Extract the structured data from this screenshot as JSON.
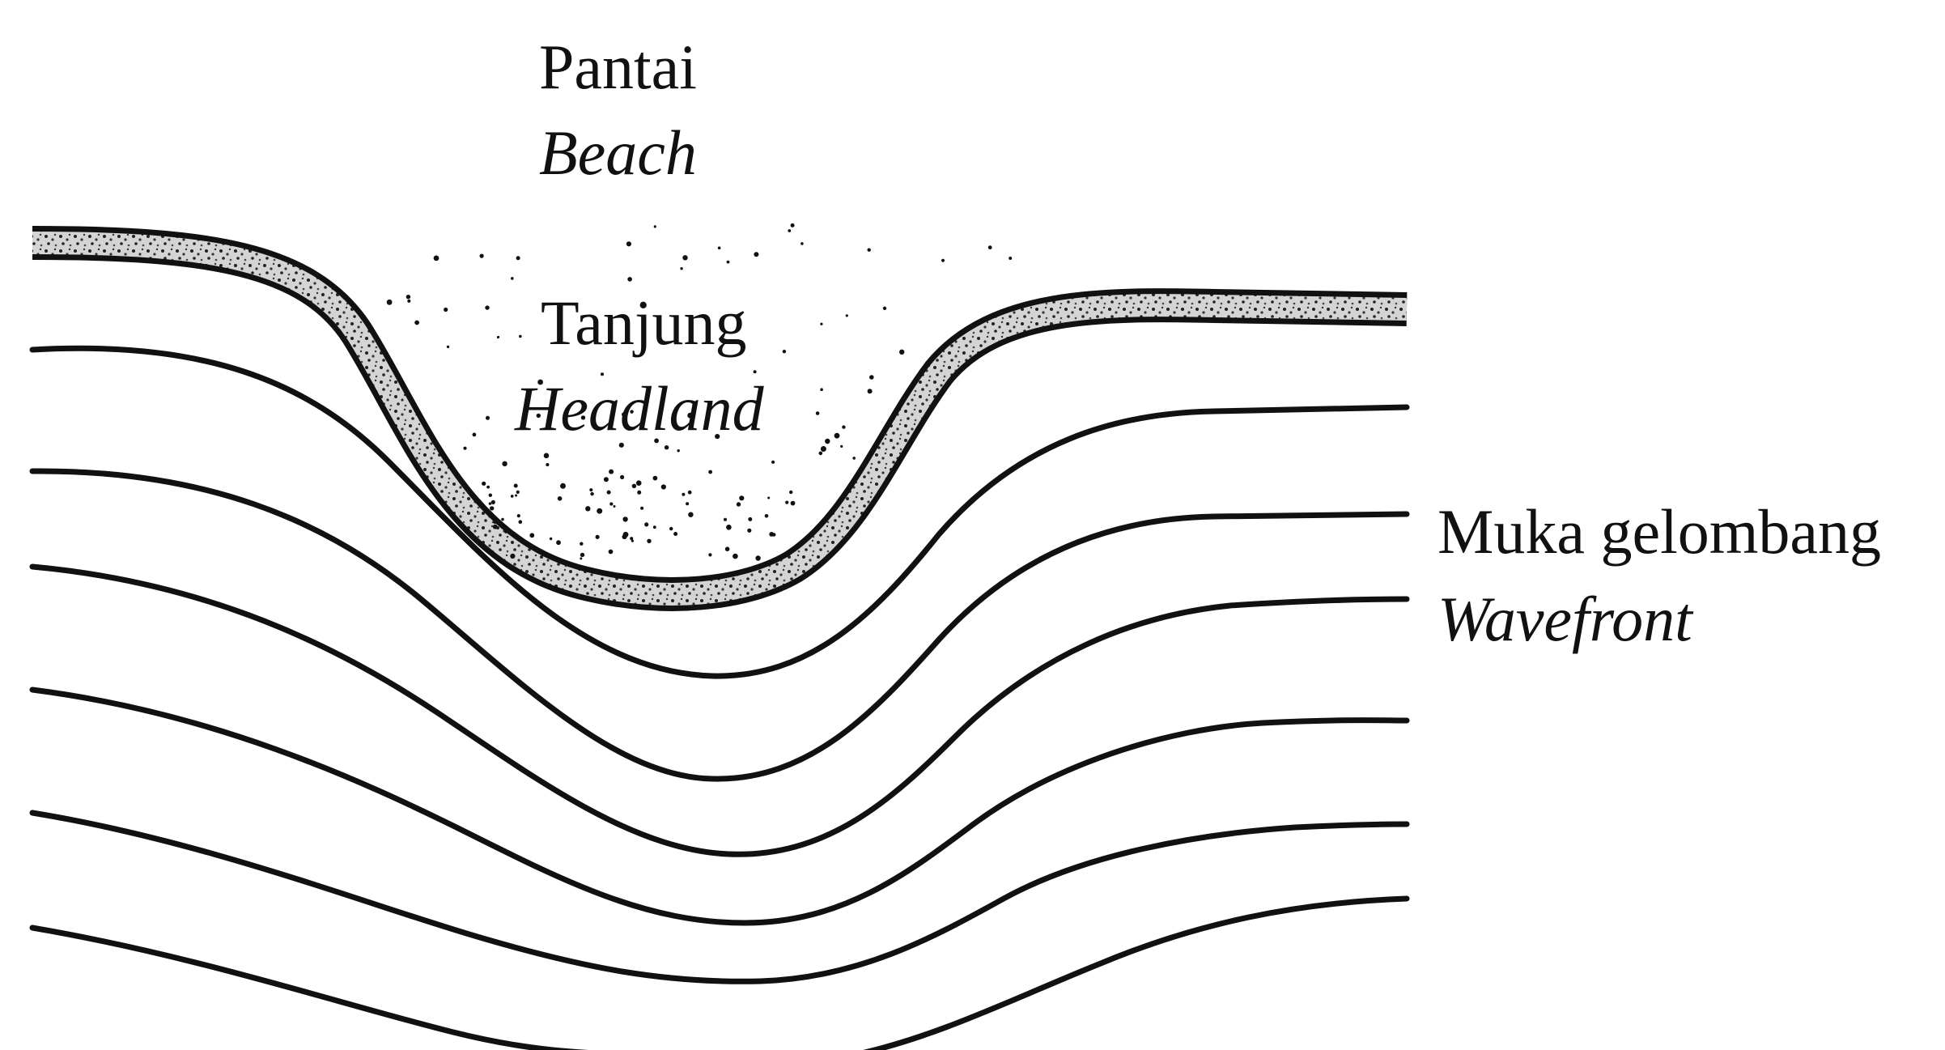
{
  "labels": {
    "beach_ms": "Pantai",
    "beach_en": "Beach",
    "headland_ms": "Tanjung",
    "headland_en": "Headland",
    "wavefront_ms": "Muka gelombang",
    "wavefront_en": "Wavefront"
  },
  "colors": {
    "ink": "#111111",
    "sand": "#d9d9d9",
    "background": "#ffffff"
  }
}
